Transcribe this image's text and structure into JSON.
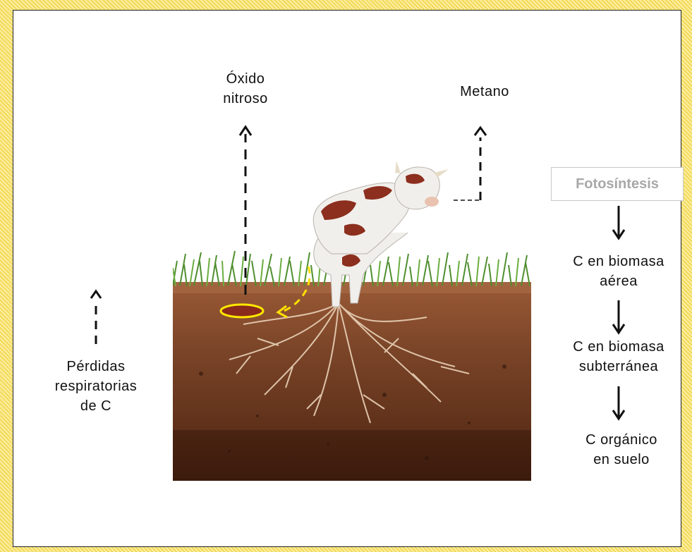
{
  "labels": {
    "oxido_line1": "Óxido",
    "oxido_line2": "nitroso",
    "metano": "Metano",
    "fotosintesis": "Fotosíntesis",
    "c_aerea_line1": "C en biomasa",
    "c_aerea_line2": "aérea",
    "c_subt_line1": "C en biomasa",
    "c_subt_line2": "subterránea",
    "c_org_line1": "C orgánico",
    "c_org_line2": "en suelo",
    "perdidas_line1": "Pérdidas",
    "perdidas_line2": "respiratorias",
    "perdidas_line3": "de C"
  },
  "colors": {
    "soil_top": "#8a4a2c",
    "soil_mid": "#6e3a22",
    "soil_bottom": "#4a2414",
    "grass": "#4f8f2f",
    "roots": "#e9d2b8",
    "cow_white": "#f1efec",
    "cow_brown": "#8c2f1e",
    "dung_outline": "#ffe800",
    "arrow": "#111111",
    "box_border": "#c9c9c9",
    "box_text": "#a8a8a8"
  },
  "icons": {
    "cow": "cow-illustration",
    "soil": "soil-profile-illustration",
    "dung": "dung-patch-icon"
  }
}
